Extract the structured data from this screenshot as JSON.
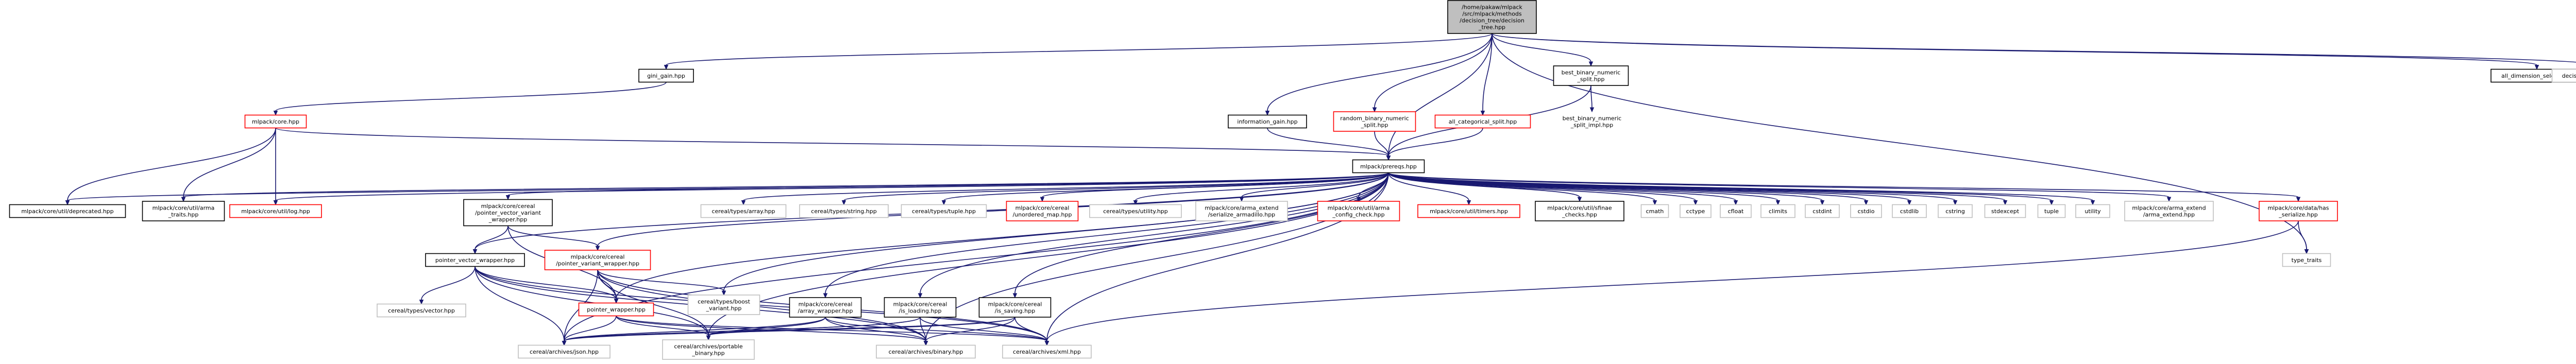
{
  "diagram": {
    "kind": "include-dependency-graph",
    "colors": {
      "edge": "#191970",
      "root_fill": "#bfbfbf",
      "documented_border": "#000000",
      "incomplete_border": "#ff0000",
      "undocumented_border": "#bfbfbf"
    },
    "nodes": [
      {
        "id": "root",
        "style": "root",
        "lines": [
          "/home/pakaw/mlpack",
          "/src/mlpack/methods",
          "/decision_tree/decision",
          "_tree.hpp"
        ]
      },
      {
        "id": "gini",
        "style": "black",
        "lines": [
          "gini_gain.hpp"
        ]
      },
      {
        "id": "infogain",
        "style": "black",
        "lines": [
          "information_gain.hpp"
        ]
      },
      {
        "id": "randbin",
        "style": "red",
        "lines": [
          "random_binary_numeric",
          "_split.hpp"
        ]
      },
      {
        "id": "allcat",
        "style": "red",
        "lines": [
          "all_categorical_split.hpp"
        ]
      },
      {
        "id": "bestbin",
        "style": "black",
        "lines": [
          "best_binary_numeric",
          "_split.hpp"
        ]
      },
      {
        "id": "bestbinimpl",
        "style": "plain",
        "lines": [
          "best_binary_numeric",
          "_split_impl.hpp"
        ]
      },
      {
        "id": "alldim",
        "style": "black",
        "lines": [
          "all_dimension_select.hpp"
        ]
      },
      {
        "id": "dtimpl",
        "style": "grey",
        "lines": [
          "decision_tree_impl.hpp"
        ]
      },
      {
        "id": "core",
        "style": "red",
        "lines": [
          "mlpack/core.hpp"
        ]
      },
      {
        "id": "prereqs",
        "style": "black",
        "lines": [
          "mlpack/prereqs.hpp"
        ]
      },
      {
        "id": "deprecated",
        "style": "black",
        "lines": [
          "mlpack/core/util/deprecated.hpp"
        ]
      },
      {
        "id": "arma_traits",
        "style": "black",
        "lines": [
          "mlpack/core/util/arma",
          "_traits.hpp"
        ]
      },
      {
        "id": "log",
        "style": "red",
        "lines": [
          "mlpack/core/util/log.hpp"
        ]
      },
      {
        "id": "ptrvv",
        "style": "black",
        "lines": [
          "mlpack/core/cereal",
          "/pointer_vector_variant",
          "_wrapper.hpp"
        ]
      },
      {
        "id": "ptrvw",
        "style": "black",
        "lines": [
          "pointer_vector_wrapper.hpp"
        ]
      },
      {
        "id": "ptrvarw",
        "style": "red",
        "lines": [
          "mlpack/core/cereal",
          "/pointer_variant_wrapper.hpp"
        ]
      },
      {
        "id": "ptrw",
        "style": "red",
        "lines": [
          "pointer_wrapper.hpp"
        ]
      },
      {
        "id": "ctvector",
        "style": "grey",
        "lines": [
          "cereal/types/vector.hpp"
        ]
      },
      {
        "id": "ctboost",
        "style": "grey",
        "lines": [
          "cereal/types/boost",
          "_variant.hpp"
        ]
      },
      {
        "id": "arrw",
        "style": "black",
        "lines": [
          "mlpack/core/cereal",
          "/array_wrapper.hpp"
        ]
      },
      {
        "id": "isload",
        "style": "black",
        "lines": [
          "mlpack/core/cereal",
          "/is_loading.hpp"
        ]
      },
      {
        "id": "issave",
        "style": "black",
        "lines": [
          "mlpack/core/cereal",
          "/is_saving.hpp"
        ]
      },
      {
        "id": "json",
        "style": "grey",
        "lines": [
          "cereal/archives/json.hpp"
        ]
      },
      {
        "id": "portable",
        "style": "grey",
        "lines": [
          "cereal/archives/portable",
          "_binary.hpp"
        ]
      },
      {
        "id": "binary",
        "style": "grey",
        "lines": [
          "cereal/archives/binary.hpp"
        ]
      },
      {
        "id": "xml",
        "style": "grey",
        "lines": [
          "cereal/archives/xml.hpp"
        ]
      },
      {
        "id": "ctarray",
        "style": "grey",
        "lines": [
          "cereal/types/array.hpp"
        ]
      },
      {
        "id": "ctstring",
        "style": "grey",
        "lines": [
          "cereal/types/string.hpp"
        ]
      },
      {
        "id": "cttuple",
        "style": "grey",
        "lines": [
          "cereal/types/tuple.hpp"
        ]
      },
      {
        "id": "unordered",
        "style": "red",
        "lines": [
          "mlpack/core/cereal",
          "/unordered_map.hpp"
        ]
      },
      {
        "id": "ctutility",
        "style": "grey",
        "lines": [
          "cereal/types/utility.hpp"
        ]
      },
      {
        "id": "armaext",
        "style": "grey",
        "lines": [
          "mlpack/core/arma_extend",
          "/serialize_armadillo.hpp"
        ]
      },
      {
        "id": "armaconf",
        "style": "red",
        "lines": [
          "mlpack/core/util/arma",
          "_config_check.hpp"
        ]
      },
      {
        "id": "timers",
        "style": "red",
        "lines": [
          "mlpack/core/util/timers.hpp"
        ]
      },
      {
        "id": "sfinae",
        "style": "black",
        "lines": [
          "mlpack/core/util/sfinae",
          "_checks.hpp"
        ]
      },
      {
        "id": "cmath",
        "style": "grey",
        "lines": [
          "cmath"
        ]
      },
      {
        "id": "cctype",
        "style": "grey",
        "lines": [
          "cctype"
        ]
      },
      {
        "id": "cfloat",
        "style": "grey",
        "lines": [
          "cfloat"
        ]
      },
      {
        "id": "climits",
        "style": "grey",
        "lines": [
          "climits"
        ]
      },
      {
        "id": "cstdint",
        "style": "grey",
        "lines": [
          "cstdint"
        ]
      },
      {
        "id": "cstdio",
        "style": "grey",
        "lines": [
          "cstdio"
        ]
      },
      {
        "id": "cstdlib",
        "style": "grey",
        "lines": [
          "cstdlib"
        ]
      },
      {
        "id": "cstring",
        "style": "grey",
        "lines": [
          "cstring"
        ]
      },
      {
        "id": "stdexcept",
        "style": "grey",
        "lines": [
          "stdexcept"
        ]
      },
      {
        "id": "tuple",
        "style": "grey",
        "lines": [
          "tuple"
        ]
      },
      {
        "id": "utility",
        "style": "grey",
        "lines": [
          "utility"
        ]
      },
      {
        "id": "armaext2",
        "style": "grey",
        "lines": [
          "mlpack/core/arma_extend",
          "/arma_extend.hpp"
        ]
      },
      {
        "id": "hasser",
        "style": "red",
        "lines": [
          "mlpack/core/data/has",
          "_serialize.hpp"
        ]
      },
      {
        "id": "typetraits",
        "style": "grey",
        "lines": [
          "type_traits"
        ]
      }
    ],
    "edges": [
      [
        "root",
        "gini"
      ],
      [
        "root",
        "infogain"
      ],
      [
        "root",
        "randbin"
      ],
      [
        "root",
        "allcat"
      ],
      [
        "root",
        "bestbin"
      ],
      [
        "root",
        "alldim"
      ],
      [
        "root",
        "dtimpl"
      ],
      [
        "root",
        "prereqs"
      ],
      [
        "root",
        "typetraits"
      ],
      [
        "gini",
        "core"
      ],
      [
        "infogain",
        "prereqs"
      ],
      [
        "randbin",
        "prereqs"
      ],
      [
        "allcat",
        "prereqs"
      ],
      [
        "bestbin",
        "bestbinimpl"
      ],
      [
        "bestbin",
        "prereqs"
      ],
      [
        "core",
        "prereqs"
      ],
      [
        "core",
        "deprecated"
      ],
      [
        "core",
        "arma_traits"
      ],
      [
        "core",
        "log"
      ],
      [
        "prereqs",
        "deprecated"
      ],
      [
        "prereqs",
        "arma_traits"
      ],
      [
        "prereqs",
        "log"
      ],
      [
        "prereqs",
        "ptrvv"
      ],
      [
        "prereqs",
        "ptrvw"
      ],
      [
        "prereqs",
        "ptrvarw"
      ],
      [
        "prereqs",
        "ptrw"
      ],
      [
        "prereqs",
        "ctboost"
      ],
      [
        "prereqs",
        "arrw"
      ],
      [
        "prereqs",
        "isload"
      ],
      [
        "prereqs",
        "issave"
      ],
      [
        "prereqs",
        "json"
      ],
      [
        "prereqs",
        "portable"
      ],
      [
        "prereqs",
        "binary"
      ],
      [
        "prereqs",
        "xml"
      ],
      [
        "prereqs",
        "ctarray"
      ],
      [
        "prereqs",
        "ctstring"
      ],
      [
        "prereqs",
        "cttuple"
      ],
      [
        "prereqs",
        "unordered"
      ],
      [
        "prereqs",
        "ctutility"
      ],
      [
        "prereqs",
        "armaext"
      ],
      [
        "prereqs",
        "armaconf"
      ],
      [
        "prereqs",
        "timers"
      ],
      [
        "prereqs",
        "sfinae"
      ],
      [
        "prereqs",
        "cmath"
      ],
      [
        "prereqs",
        "cctype"
      ],
      [
        "prereqs",
        "cfloat"
      ],
      [
        "prereqs",
        "climits"
      ],
      [
        "prereqs",
        "cstdint"
      ],
      [
        "prereqs",
        "cstdio"
      ],
      [
        "prereqs",
        "cstdlib"
      ],
      [
        "prereqs",
        "cstring"
      ],
      [
        "prereqs",
        "stdexcept"
      ],
      [
        "prereqs",
        "tuple"
      ],
      [
        "prereqs",
        "utility"
      ],
      [
        "prereqs",
        "armaext2"
      ],
      [
        "prereqs",
        "hasser"
      ],
      [
        "ptrvv",
        "ptrvw"
      ],
      [
        "ptrvv",
        "ptrvarw"
      ],
      [
        "ptrvv",
        "ptrw"
      ],
      [
        "ptrvw",
        "ctvector"
      ],
      [
        "ptrvw",
        "ptrw"
      ],
      [
        "ptrvw",
        "json"
      ],
      [
        "ptrvw",
        "portable"
      ],
      [
        "ptrvw",
        "binary"
      ],
      [
        "ptrvw",
        "xml"
      ],
      [
        "ptrvarw",
        "ptrw"
      ],
      [
        "ptrvarw",
        "ctboost"
      ],
      [
        "ptrvarw",
        "json"
      ],
      [
        "ptrvarw",
        "portable"
      ],
      [
        "ptrvarw",
        "binary"
      ],
      [
        "ptrvarw",
        "xml"
      ],
      [
        "ptrw",
        "json"
      ],
      [
        "ptrw",
        "portable"
      ],
      [
        "ptrw",
        "binary"
      ],
      [
        "ptrw",
        "xml"
      ],
      [
        "arrw",
        "json"
      ],
      [
        "arrw",
        "portable"
      ],
      [
        "arrw",
        "binary"
      ],
      [
        "arrw",
        "xml"
      ],
      [
        "isload",
        "json"
      ],
      [
        "isload",
        "portable"
      ],
      [
        "isload",
        "binary"
      ],
      [
        "isload",
        "xml"
      ],
      [
        "issave",
        "json"
      ],
      [
        "issave",
        "portable"
      ],
      [
        "issave",
        "binary"
      ],
      [
        "issave",
        "xml"
      ],
      [
        "hasser",
        "typetraits"
      ],
      [
        "hasser",
        "xml"
      ]
    ]
  }
}
